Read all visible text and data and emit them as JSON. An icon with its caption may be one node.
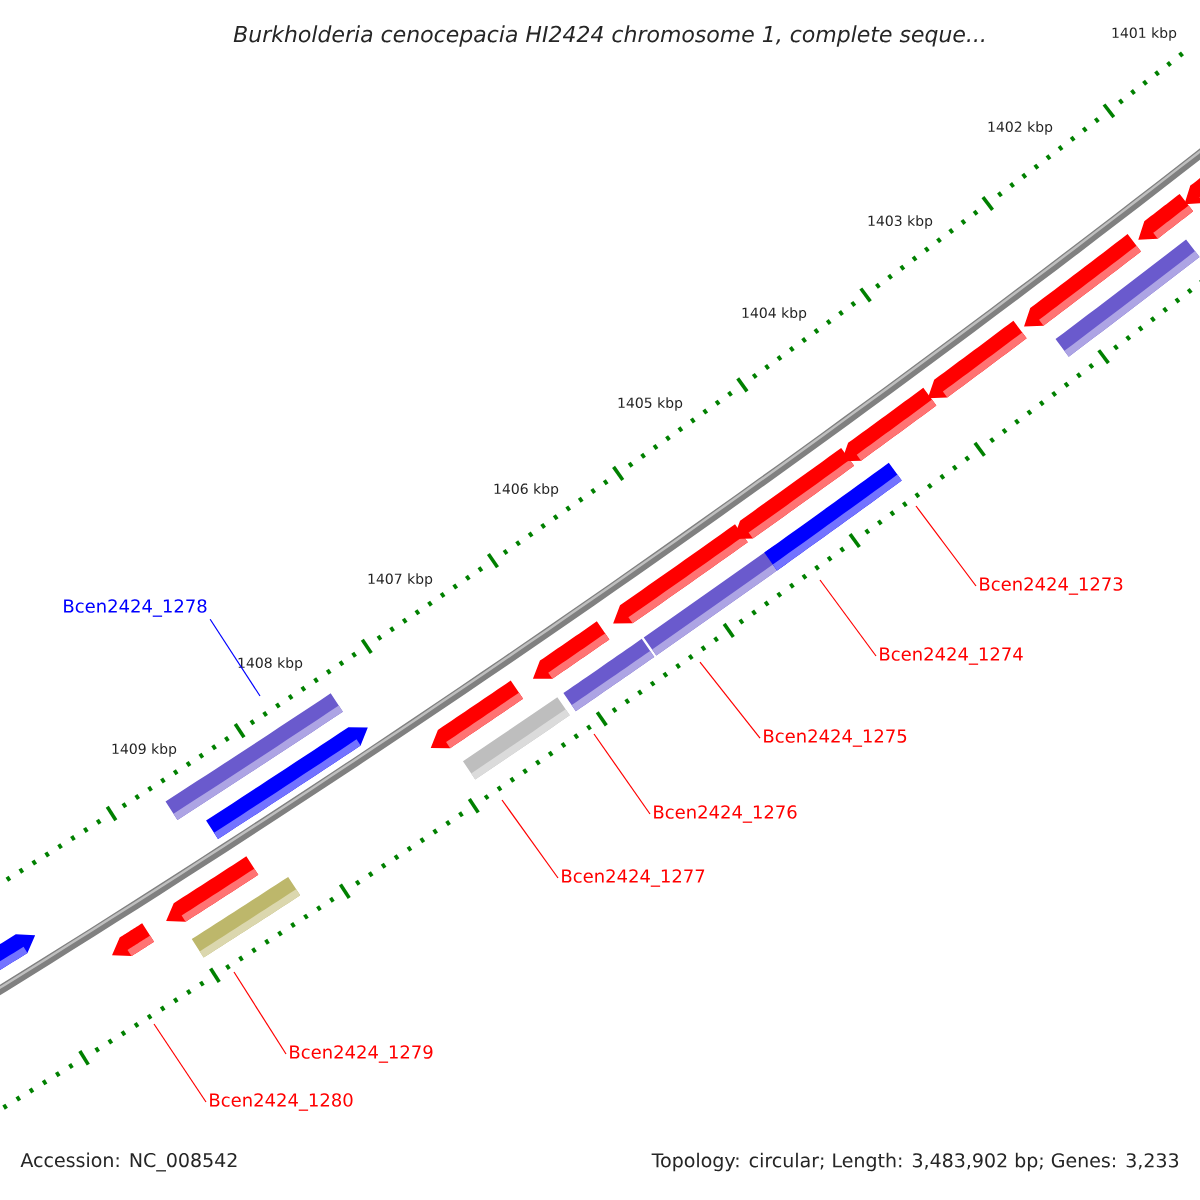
{
  "diagram": {
    "title": "Burkholderia cenocepacia HI2424 chromosome 1, complete seque...",
    "nodes": [
      {
        "text": [
          "Bcen2424_1273"
        ]
      },
      {
        "text": [
          "Bcen2424_1278"
        ]
      },
      {
        "text": [
          "Bcen2424_1274"
        ]
      },
      {
        "text": [
          "Bcen2424_1275"
        ]
      },
      {
        "text": [
          "Bcen2424_1276"
        ]
      },
      {
        "text": [
          "Bcen2424_1277"
        ]
      },
      {
        "text": [
          "Bcen2424_1279"
        ]
      },
      {
        "text": [
          "Bcen2424_1280"
        ]
      }
    ],
    "edges": [
      {
        "from": 0,
        "to": null,
        "arrow": "none"
      },
      {
        "from": 1,
        "to": null,
        "arrow": "none",
        "color": "#0000ff"
      },
      {
        "from": 2,
        "to": null,
        "arrow": "none"
      },
      {
        "from": 3,
        "to": null,
        "arrow": "none"
      },
      {
        "from": 4,
        "to": null,
        "arrow": "none"
      },
      {
        "from": 5,
        "to": null,
        "arrow": "none"
      },
      {
        "from": 6,
        "to": null,
        "arrow": "none"
      },
      {
        "from": 7,
        "to": null,
        "arrow": "none"
      }
    ],
    "labels": [
      "1401 kbp",
      "1402 kbp",
      "1403 kbp",
      "1404 kbp",
      "1405 kbp",
      "1406 kbp",
      "1407 kbp",
      "1408 kbp",
      "1409 kbp",
      "Accession: NC_008542",
      "Topology: circular; Length: 3,483,902 bp; Genes: 3,233"
    ]
  }
}
